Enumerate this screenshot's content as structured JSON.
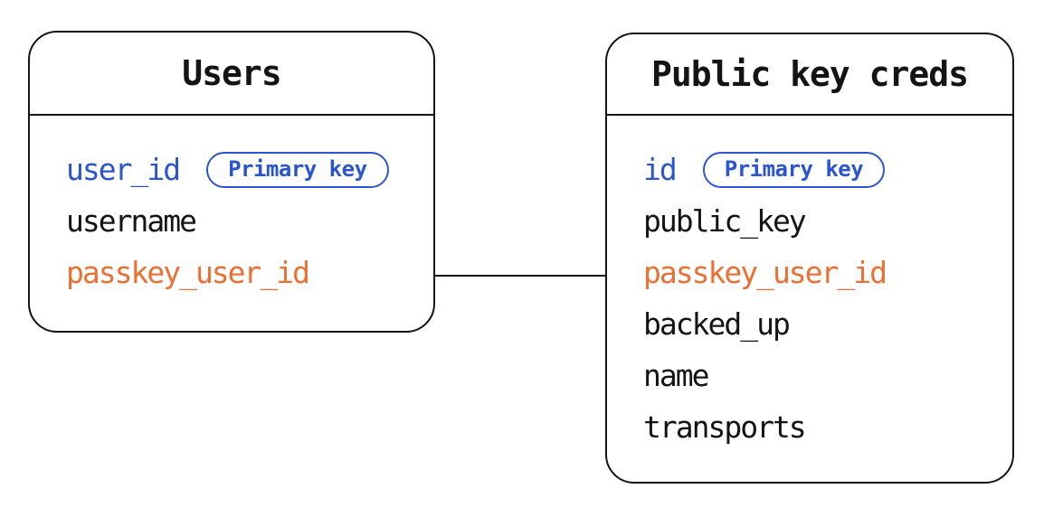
{
  "diagram": {
    "background_color": "#ffffff",
    "colors": {
      "default": "#141414",
      "primary": "#2b55cd",
      "foreign": "#ec6f33",
      "border": "#141414"
    },
    "tables": [
      {
        "title": "Users",
        "fields": [
          {
            "name": "user_id",
            "role": "primary",
            "badge": "Primary key"
          },
          {
            "name": "username",
            "role": "default"
          },
          {
            "name": "passkey_user_id",
            "role": "foreign"
          }
        ]
      },
      {
        "title": "Public key creds",
        "fields": [
          {
            "name": "id",
            "role": "primary",
            "badge": "Primary key"
          },
          {
            "name": "public_key",
            "role": "default"
          },
          {
            "name": "passkey_user_id",
            "role": "foreign"
          },
          {
            "name": "backed_up",
            "role": "default"
          },
          {
            "name": "name",
            "role": "default"
          },
          {
            "name": "transports",
            "role": "default"
          }
        ]
      }
    ],
    "relationship": {
      "from_table": "Users",
      "from_field": "passkey_user_id",
      "to_table": "Public key creds",
      "to_field": "passkey_user_id"
    }
  }
}
